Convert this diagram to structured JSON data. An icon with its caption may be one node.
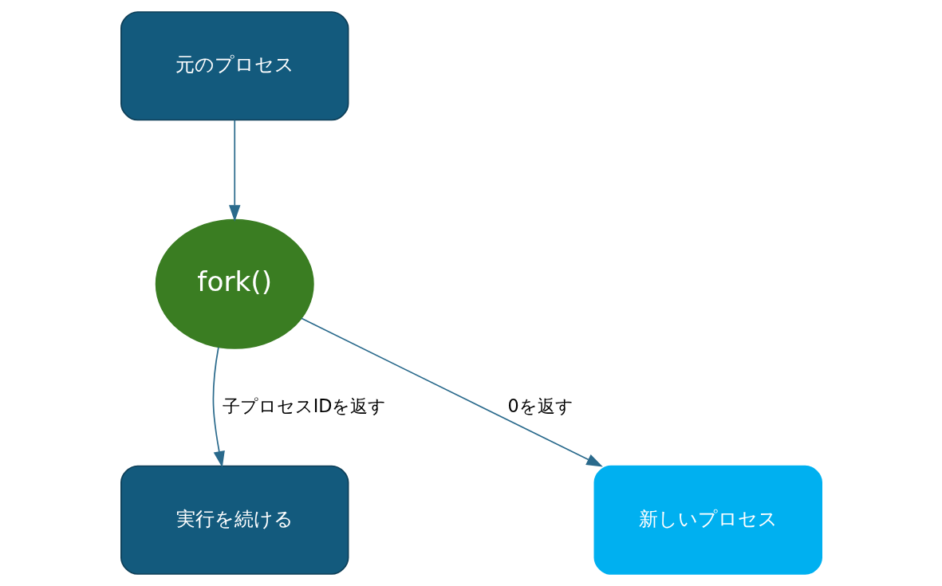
{
  "diagram": {
    "nodes": [
      {
        "text": [
          "元のプロセス"
        ]
      },
      {
        "text": [
          "fork()"
        ]
      },
      {
        "text": [
          "実行を続ける"
        ]
      },
      {
        "text": [
          "新しいプロセス"
        ]
      }
    ],
    "edges": [
      {
        "from": 0,
        "to": 1,
        "arrow": "to"
      },
      {
        "from": 1,
        "to": 2,
        "arrow": "to",
        "label": "子プロセスIDを返す"
      },
      {
        "from": 1,
        "to": 3,
        "arrow": "to",
        "label": "0を返す"
      }
    ]
  }
}
